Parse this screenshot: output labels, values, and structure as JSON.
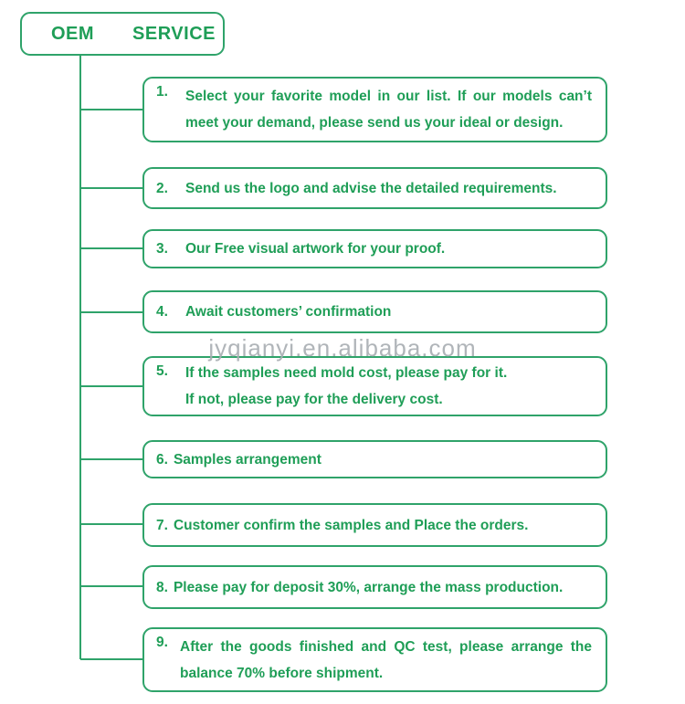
{
  "title": {
    "word1": "OEM",
    "word2": "SERVICE"
  },
  "watermark": "jyqianyi.en.alibaba.com",
  "colors": {
    "line_and_border_green": "#2fa36a",
    "text_green": "#1f9e57",
    "watermark_gray": "#a8adb2",
    "background": "#ffffff"
  },
  "steps": [
    {
      "num": "1.",
      "lines": [
        "Select your favorite model in our list. If our models can’t",
        "meet your demand, please send us your ideal or design."
      ]
    },
    {
      "num": "2.",
      "lines": [
        "Send us the logo and advise the detailed requirements."
      ]
    },
    {
      "num": "3.",
      "lines": [
        "Our Free visual artwork for your proof."
      ]
    },
    {
      "num": "4.",
      "lines": [
        "Await customers’ confirmation"
      ]
    },
    {
      "num": "5.",
      "lines": [
        "If the samples need mold cost, please pay for it.",
        "If not, please pay for the delivery cost."
      ]
    },
    {
      "num": "6.",
      "lines": [
        "Samples arrangement"
      ]
    },
    {
      "num": "7.",
      "lines": [
        "Customer confirm the samples and Place the orders."
      ]
    },
    {
      "num": "8.",
      "lines": [
        "Please pay for deposit 30%, arrange the mass production."
      ]
    },
    {
      "num": "9.",
      "lines": [
        "After the goods finished and QC test, please arrange the",
        "balance 70% before shipment."
      ]
    }
  ]
}
